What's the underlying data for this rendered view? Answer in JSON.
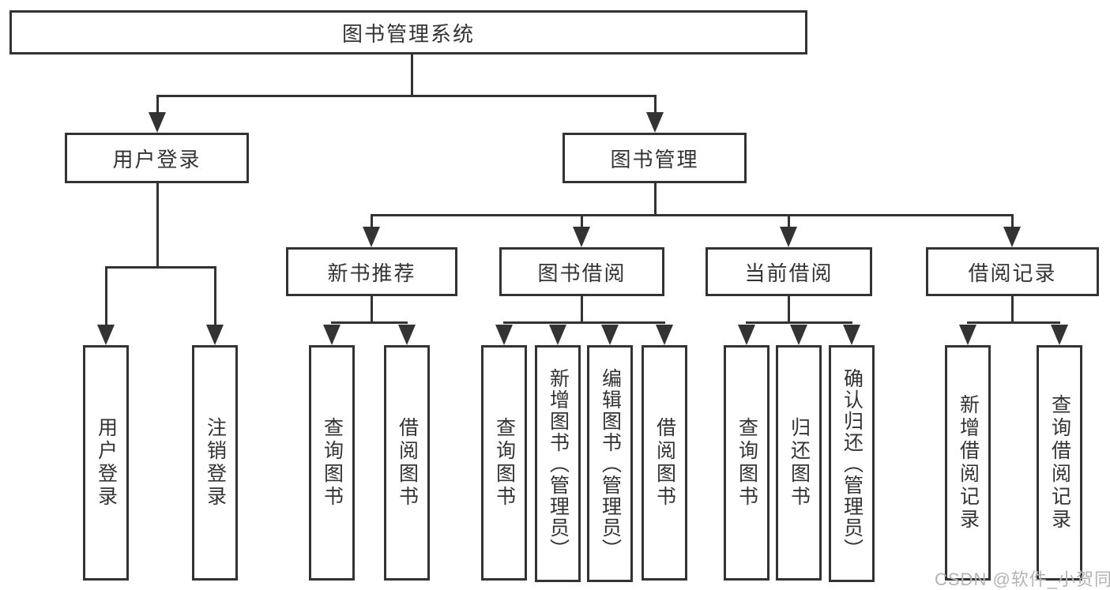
{
  "diagram": {
    "root": {
      "label": "图书管理系统"
    },
    "level2": [
      {
        "label": "用户登录"
      },
      {
        "label": "图书管理"
      }
    ],
    "level3": [
      {
        "label": "新书推荐"
      },
      {
        "label": "图书借阅"
      },
      {
        "label": "当前借阅"
      },
      {
        "label": "借阅记录"
      }
    ],
    "children": {
      "user_login": [
        {
          "label": "用户登录"
        },
        {
          "label": "注销登录"
        }
      ],
      "new_book_recommend": [
        {
          "label": "查询图书"
        },
        {
          "label": "借阅图书"
        }
      ],
      "book_borrowing": [
        {
          "label": "查询图书"
        },
        {
          "label": "新增图书（管理员）"
        },
        {
          "label": "编辑图书（管理员）"
        },
        {
          "label": "借阅图书"
        }
      ],
      "current_borrowing": [
        {
          "label": "查询图书"
        },
        {
          "label": "归还图书"
        },
        {
          "label": "确认归还（管理员）"
        }
      ],
      "borrowing_records": [
        {
          "label": "新增借阅记录"
        },
        {
          "label": "查询借阅记录"
        }
      ]
    },
    "watermark": "CSDN @软件_小贺同学",
    "colors": {
      "line": "#333333",
      "text": "#333333",
      "watermark": "#b4b4b4",
      "background": "#ffffff"
    }
  }
}
